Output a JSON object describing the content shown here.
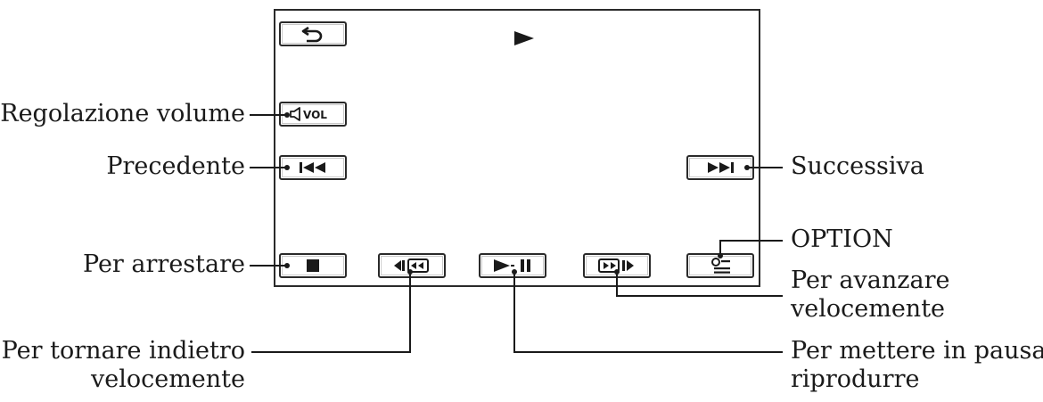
{
  "screen": {
    "status_icon": "play-triangle-icon",
    "buttons": [
      {
        "id": "back",
        "icon": "return-arrow-icon"
      },
      {
        "id": "volume",
        "icon": "speaker-icon",
        "text": "VOL"
      },
      {
        "id": "previous",
        "icon": "skip-previous-icon"
      },
      {
        "id": "next",
        "icon": "skip-next-icon"
      },
      {
        "id": "stop",
        "icon": "stop-square-icon"
      },
      {
        "id": "rewind",
        "icon": "fast-rewind-icon"
      },
      {
        "id": "play_pause",
        "icon": "play-pause-icon"
      },
      {
        "id": "forward",
        "icon": "fast-forward-icon"
      },
      {
        "id": "option",
        "icon": "option-menu-icon"
      }
    ]
  },
  "labels": {
    "volume": "Regolazione volume",
    "previous": "Precedente",
    "next": "Successiva",
    "stop": "Per arrestare",
    "option": "OPTION",
    "forward_line1": "Per avanzare",
    "forward_line2": "velocemente",
    "rewind_line1": "Per tornare indietro",
    "rewind_line2": "velocemente",
    "play_pause_line1": "Per mettere in pausa/",
    "play_pause_line2": "riprodurre"
  },
  "colors": {
    "ink": "#1a1a1a",
    "frame": "#2a2a2a"
  }
}
